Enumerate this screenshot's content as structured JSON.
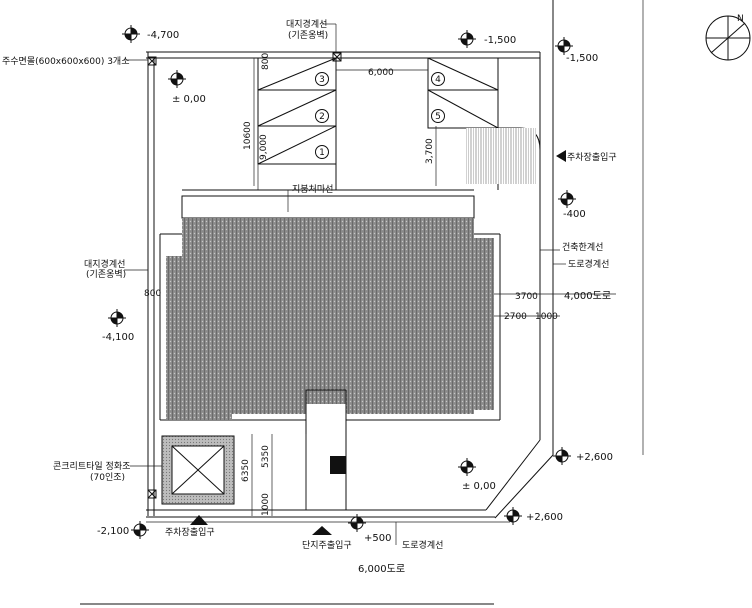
{
  "levels": {
    "top_left": "-4,700",
    "top_mid": "-1,500",
    "top_right": "-1,500",
    "inner_top": "± 0,00",
    "right_mid": "-400",
    "left_mid": "-4,100",
    "right_bottom": "+2,600",
    "inner_bottom": "± 0,00",
    "bottom_left": "-2,100",
    "bottom_mid": "+500",
    "bottom_right": "+2,600"
  },
  "labels": {
    "survey_pin": "주수면몰(600x600x600) 3개소",
    "site_boundary_top": "대지경계선",
    "site_boundary_top_sub": "(기존옹벽)",
    "site_boundary_left": "대지경계선",
    "site_boundary_left_sub": "(기존옹벽)",
    "roof_line": "지붕처마선",
    "building_line": "건축한계선",
    "road_line_right": "도로경계선",
    "road_line_bottom": "도로경계선",
    "parking_entrance_right": "주차장출입구",
    "parking_entrance_bottom": "주차장출입구",
    "complex_entrance": "단지주출입구",
    "concrete_ground": "콘크리트타일 정화조",
    "concrete_ground_sub": "(70인조)",
    "road_right": "4,000도로",
    "road_bottom": "6,000도로",
    "north": "N"
  },
  "dimensions": {
    "parking_width": "6,000",
    "parking_depth": "10600",
    "parking_inner": "9,000",
    "right_parking": "3,700",
    "left_offset": "800",
    "top_offset": "800",
    "right_setback": "3700",
    "right_setback_a": "2700",
    "right_setback_b": "1000",
    "bottom_a": "6350",
    "bottom_b": "5350",
    "bottom_c": "1000"
  },
  "parking_slots": [
    "1",
    "2",
    "3",
    "4",
    "5"
  ]
}
